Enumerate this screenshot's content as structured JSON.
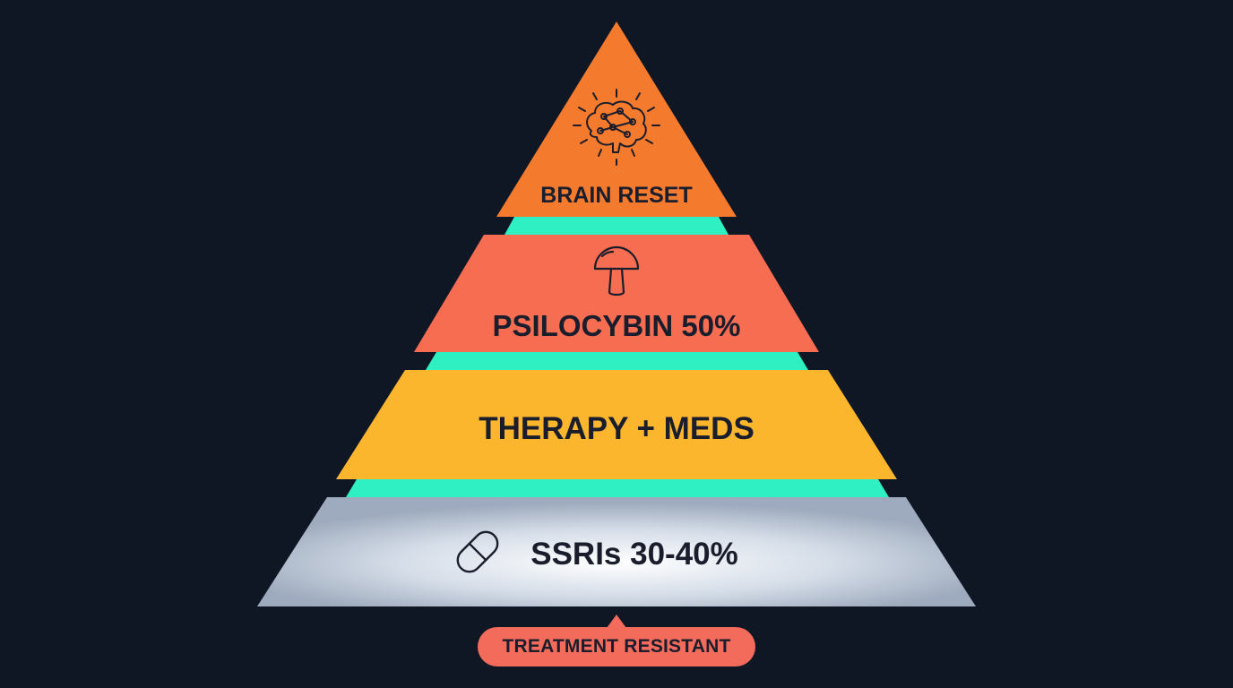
{
  "tiers": {
    "brain_reset": {
      "label": "BRAIN RESET",
      "icon": "brain-network-icon"
    },
    "psilocybin": {
      "label": "PSILOCYBIN 50%",
      "icon": "mushroom-icon"
    },
    "therapy_meds": {
      "label": "THERAPY + MEDS"
    },
    "ssris": {
      "label": "SSRIs 30-40%",
      "icon": "pill-capsule-icon"
    }
  },
  "badge": {
    "label": "TREATMENT RESISTANT"
  },
  "colors": {
    "background": "#0f1624",
    "top_tier": "#f47a2e",
    "second_tier": "#f76d52",
    "third_tier": "#fbb62e",
    "base_tier": "#b4bfcf",
    "separator": "#2ef0c2",
    "badge": "#f26b5b",
    "text": "#1a1d2b"
  }
}
